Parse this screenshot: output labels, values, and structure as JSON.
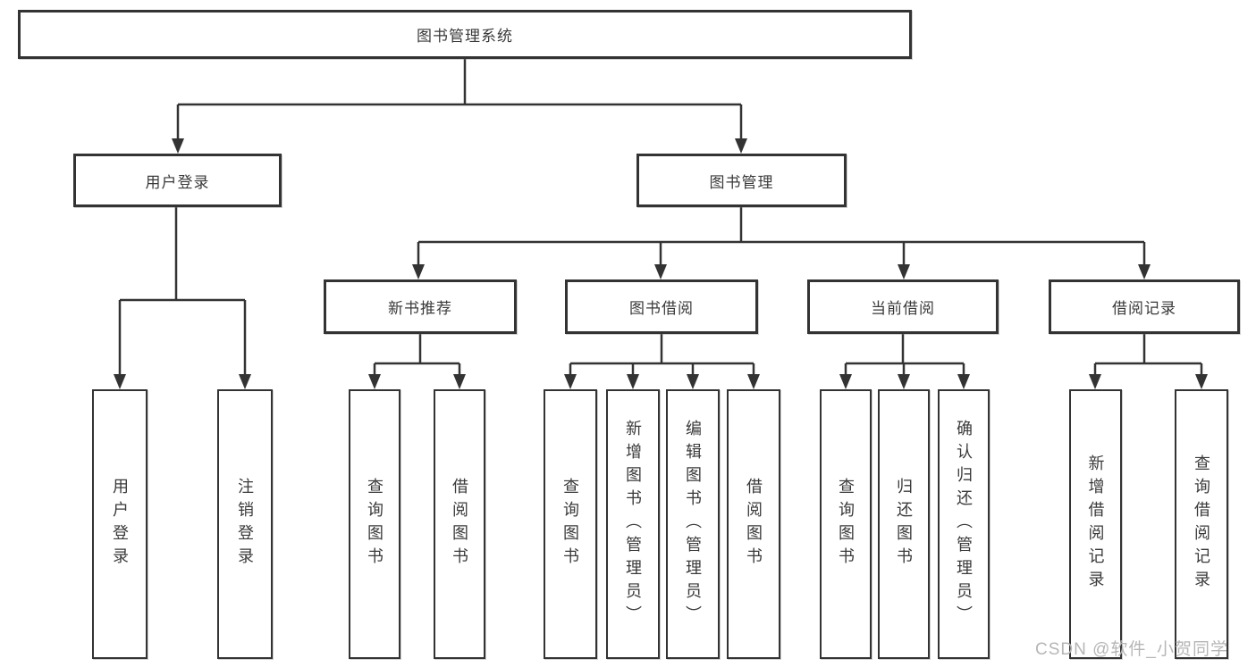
{
  "colors": {
    "line": "#333333",
    "text": "#3a3a3a",
    "background": "#ffffff",
    "watermark": "#b6b6b6"
  },
  "watermark": "CSDN @软件_小贺同学",
  "tree": {
    "root": "图书管理系统",
    "branches": [
      {
        "label": "用户登录",
        "children": [
          "用户登录",
          "注销登录"
        ]
      },
      {
        "label": "图书管理",
        "groups": [
          {
            "label": "新书推荐",
            "children": [
              "查询图书",
              "借阅图书"
            ]
          },
          {
            "label": "图书借阅",
            "children": [
              "查询图书",
              "新增图书（管理员）",
              "编辑图书（管理员）",
              "借阅图书"
            ]
          },
          {
            "label": "当前借阅",
            "children": [
              "查询图书",
              "归还图书",
              "确认归还（管理员）"
            ]
          },
          {
            "label": "借阅记录",
            "children": [
              "新增借阅记录",
              "查询借阅记录"
            ]
          }
        ]
      }
    ]
  }
}
